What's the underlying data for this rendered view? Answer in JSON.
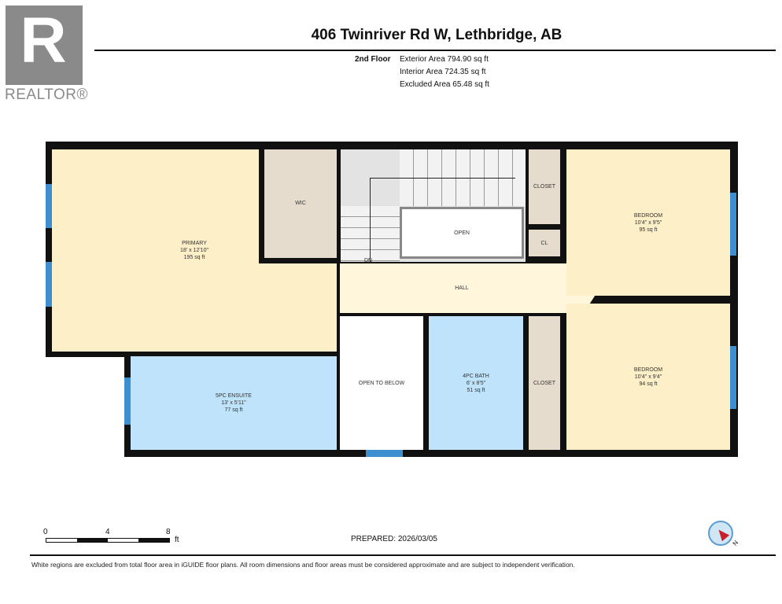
{
  "logo": {
    "letter": "R",
    "text": "REALTOR®"
  },
  "header": {
    "title": "406 Twinriver Rd W, Lethbridge, AB"
  },
  "floor_info": {
    "floor": "2nd Floor",
    "exterior": "Exterior Area 794.90 sq ft",
    "interior": "Interior Area 724.35 sq ft",
    "excluded": "Excluded Area 65.48 sq ft"
  },
  "rooms": {
    "primary": {
      "name": "PRIMARY",
      "dims": "18' x 12'10\"",
      "area": "195 sq ft"
    },
    "wic": {
      "name": "WIC"
    },
    "ensuite": {
      "name": "5PC ENSUITE",
      "dims": "13' x 5'11\"",
      "area": "77 sq ft"
    },
    "open": {
      "name": "OPEN"
    },
    "dn": {
      "name": "DN"
    },
    "hall": {
      "name": "HALL"
    },
    "open_below": {
      "name": "OPEN TO BELOW"
    },
    "bath": {
      "name": "4PC BATH",
      "dims": "6' x 8'5\"",
      "area": "51 sq ft"
    },
    "closet_upper": {
      "name": "CLOSET"
    },
    "cl": {
      "name": "CL"
    },
    "closet_lower": {
      "name": "CLOSET"
    },
    "bedroom1": {
      "name": "BEDROOM",
      "dims": "10'4\" x 9'5\"",
      "area": "95 sq ft"
    },
    "bedroom2": {
      "name": "BEDROOM",
      "dims": "10'4\" x 9'4\"",
      "area": "94 sq ft"
    }
  },
  "colors": {
    "bedroom": "#fdefc7",
    "bath": "#bfe3fa",
    "closet": "#e6dccd",
    "hall": "#fff6dc",
    "wall": "#111111",
    "window": "#3e8fcf"
  },
  "scale": {
    "t0": "0",
    "t4": "4",
    "t8": "8",
    "unit": "ft"
  },
  "prepared": "PREPARED: 2026/03/05",
  "compass": {
    "label": "N"
  },
  "disclaimer": "White regions are excluded from total floor area in iGUIDE floor plans. All room dimensions and floor areas must be considered approximate and are subject to independent verification."
}
